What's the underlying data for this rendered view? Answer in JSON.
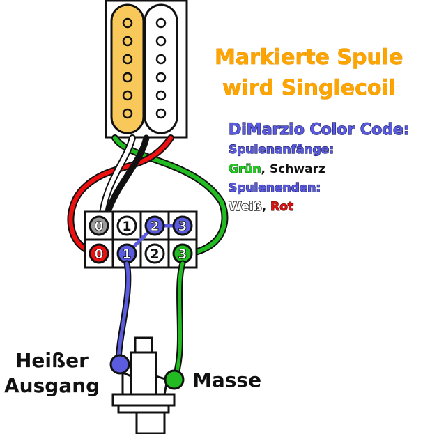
{
  "title": {
    "line1": "Markierte Spule",
    "line2": "wird Singlecoil"
  },
  "color_code": {
    "heading": "DiMarzio Color Code:",
    "starts_label": "Spulenanfänge:",
    "starts_green": "Grün",
    "starts_sep": ", ",
    "starts_black": "Schwarz",
    "ends_label": "Spulenenden:",
    "ends_white": "Weiß",
    "ends_sep": ", ",
    "ends_red": "Rot"
  },
  "terminals": {
    "top": [
      "0",
      "1",
      "2",
      "3"
    ],
    "bottom": [
      "0",
      "1",
      "2",
      "3"
    ]
  },
  "jack_labels": {
    "hot_line1": "Heißer",
    "hot_line2": "Ausgang",
    "ground": "Masse"
  },
  "colors": {
    "highlight_coil": "#f8c95a",
    "wire_green": "#22bb22",
    "wire_red": "#ee1111",
    "wire_black": "#111111",
    "wire_white": "#ffffff",
    "wire_blue": "#5b5be0",
    "title_orange": "#ffa500",
    "text_blue": "#5b5be0"
  }
}
